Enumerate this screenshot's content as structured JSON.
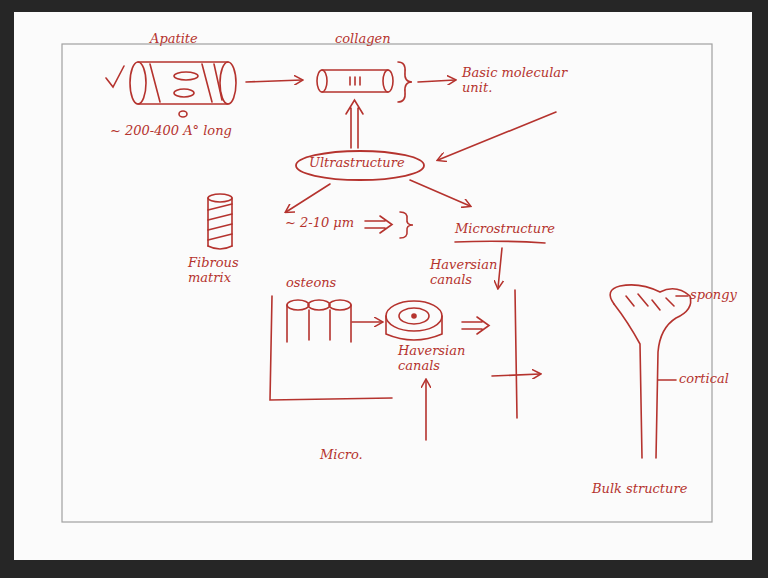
{
  "diagram": {
    "nodes": [
      {
        "text": [
          "Ultrastructure"
        ]
      }
    ],
    "labels": [
      "Apatite",
      "~ 200-400 A° long",
      "collagen",
      "Basic molecular unit.",
      "~ 2-10 μm",
      "Microstructure",
      "Fibrous matrix",
      "osteons",
      "Haversian canals",
      "Haversian canals",
      "Micro.",
      "spongy",
      "cortical",
      "Bulk structure"
    ]
  }
}
